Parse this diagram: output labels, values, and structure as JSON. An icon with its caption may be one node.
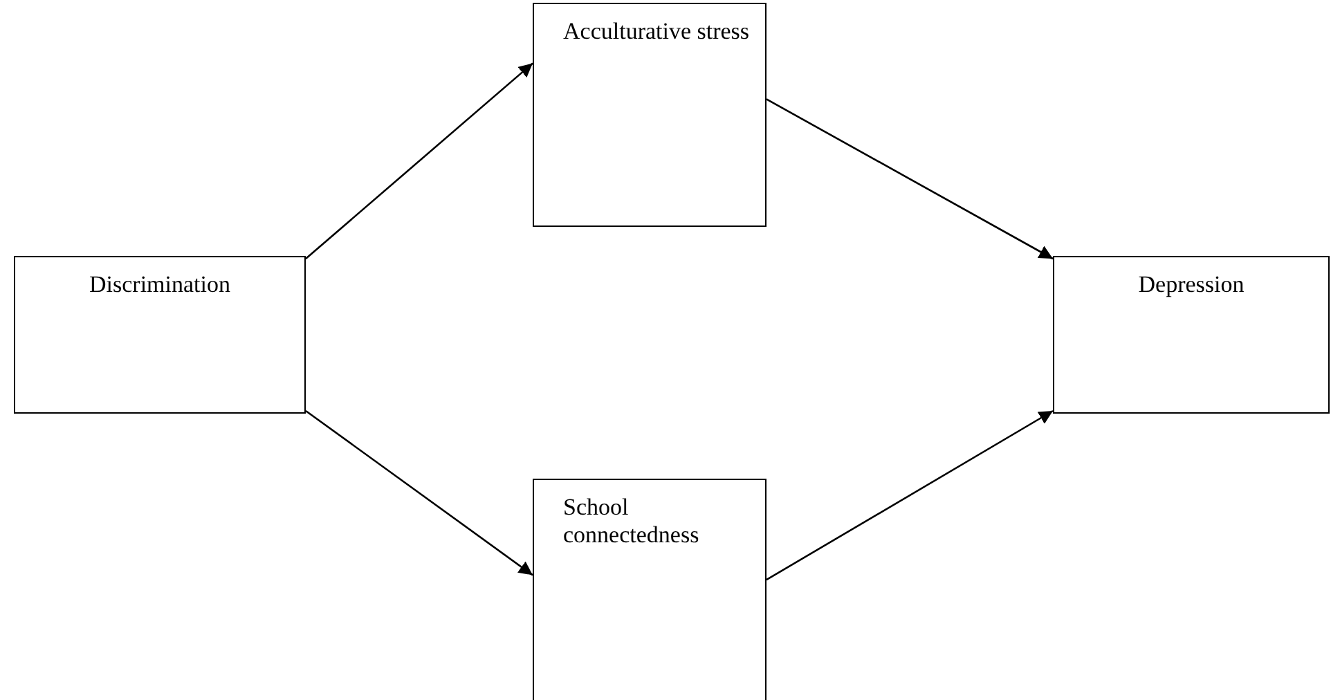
{
  "diagram": {
    "nodes": [
      {
        "text": [
          "Discrimination"
        ]
      },
      {
        "text": [
          "Acculturative stress"
        ]
      },
      {
        "text": [
          "School connectedness"
        ]
      },
      {
        "text": [
          "Depression"
        ]
      }
    ],
    "edges": [
      {
        "from": 0,
        "to": 1,
        "arrow": "to"
      },
      {
        "from": 0,
        "to": 2,
        "arrow": "to"
      },
      {
        "from": 1,
        "to": 3,
        "arrow": "to"
      },
      {
        "from": 2,
        "to": 3,
        "arrow": "to"
      }
    ]
  }
}
